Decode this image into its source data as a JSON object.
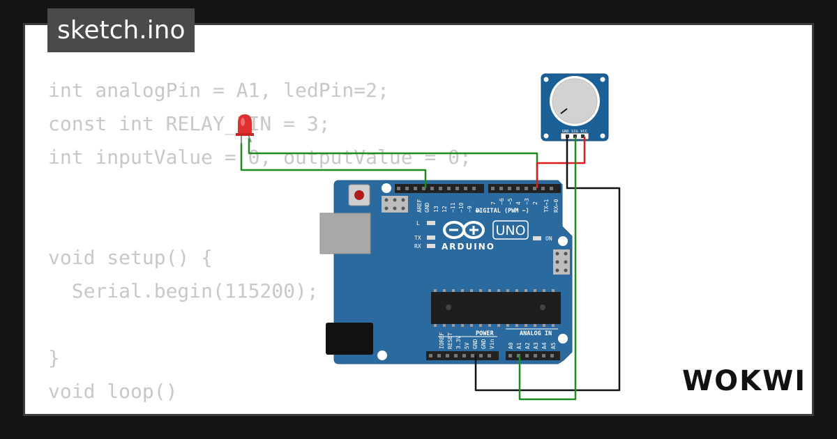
{
  "sketch": {
    "filename": "sketch.ino"
  },
  "code_lines": [
    "int analogPin = A1, ledPin=2;",
    "const int RELAY_PIN = 3;",
    "int inputValue = 0, outputValue = 0;",
    "",
    "",
    "void setup() {",
    "  Serial.begin(115200);",
    "",
    "}",
    "void loop()",
    "{"
  ],
  "board": {
    "logo_text": "ARDUINO",
    "model": "UNO",
    "digital_label": "DIGITAL (PWM ~)",
    "power_label": "POWER",
    "analog_label": "ANALOG IN",
    "on_label": "ON",
    "l_label": "L",
    "tx_label": "TX",
    "rx_label": "RX",
    "digital_pins": [
      "AREF",
      "GND",
      "13",
      "12",
      "~11",
      "~10",
      "~9",
      "8",
      "7",
      "~6",
      "~5",
      "4",
      "~3",
      "2",
      "TX→1",
      "RX←0"
    ],
    "power_pins": [
      "IOREF",
      "RESET",
      "3.3V",
      "5V",
      "GND",
      "GND",
      "Vin"
    ],
    "analog_pins": [
      "A0",
      "A1",
      "A2",
      "A3",
      "A4",
      "A5"
    ]
  },
  "potentiometer": {
    "pin_labels": "GND SIG VCC"
  },
  "brand": {
    "name": "WOKWI"
  },
  "colors": {
    "board": "#2b6a9e",
    "wire_green": "#1f8a1f",
    "wire_red": "#e01b1b",
    "wire_black": "#111111",
    "led": "#e03030"
  }
}
